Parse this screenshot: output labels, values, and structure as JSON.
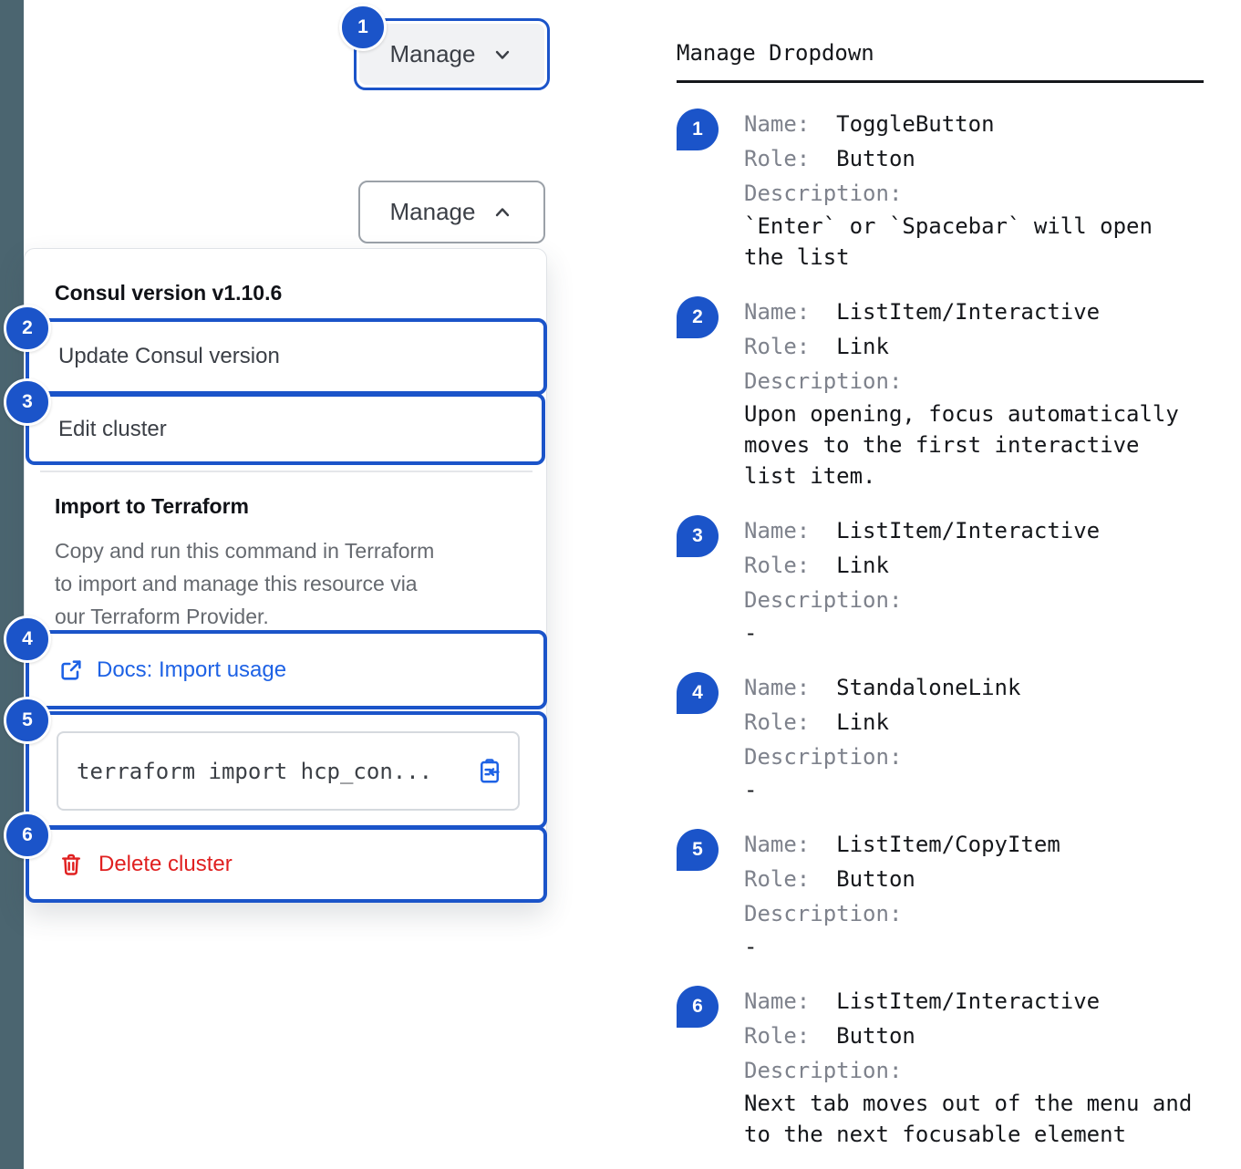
{
  "theme": {
    "accent_blue": "#1b54c9",
    "link_blue": "#1e62e5",
    "danger_red": "#e02020",
    "rail_gray": "#4b6570"
  },
  "manage_button": {
    "label": "Manage",
    "collapsed_badge": "1"
  },
  "dropdown": {
    "version_header": "Consul version v1.10.6",
    "update_item": {
      "badge": "2",
      "label": "Update Consul version"
    },
    "edit_item": {
      "badge": "3",
      "label": "Edit cluster"
    },
    "import_title": "Import to Terraform",
    "import_description": "Copy and run this command in Terraform\nto import and manage this resource via\nour Terraform Provider.",
    "docs_link": {
      "badge": "4",
      "label": "Docs: Import usage"
    },
    "copy_item": {
      "badge": "5",
      "code": "terraform import hcp_con..."
    },
    "delete_item": {
      "badge": "6",
      "label": "Delete cluster"
    }
  },
  "legend": {
    "title": "Manage Dropdown",
    "labels": {
      "name": "Name:",
      "role": "Role:",
      "description": "Description:"
    },
    "items": [
      {
        "badge": "1",
        "name": "ToggleButton",
        "role": "Button",
        "description": "`Enter` or `Spacebar` will open\nthe list"
      },
      {
        "badge": "2",
        "name": "ListItem/Interactive",
        "role": "Link",
        "description": "Upon opening, focus automatically\nmoves to the first interactive\nlist item."
      },
      {
        "badge": "3",
        "name": "ListItem/Interactive",
        "role": "Link",
        "description": "-"
      },
      {
        "badge": "4",
        "name": "StandaloneLink",
        "role": "Link",
        "description": "-"
      },
      {
        "badge": "5",
        "name": "ListItem/CopyItem",
        "role": "Button",
        "description": "-"
      },
      {
        "badge": "6",
        "name": "ListItem/Interactive",
        "role": "Button",
        "description": "Next tab moves out of the menu and\nto the next focusable element"
      }
    ]
  }
}
